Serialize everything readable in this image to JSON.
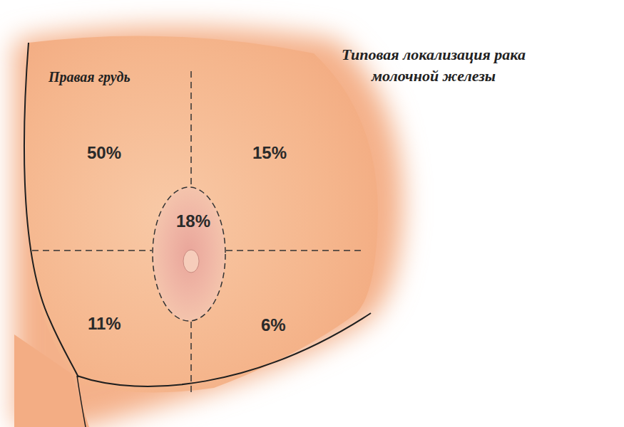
{
  "diagram": {
    "title": "Типовая локализация рака молочной железы",
    "nodes": [
      {
        "text": [
          "18%"
        ]
      }
    ],
    "labels": [
      "Правая грудь",
      "50%",
      "15%",
      "11%",
      "6%"
    ]
  }
}
